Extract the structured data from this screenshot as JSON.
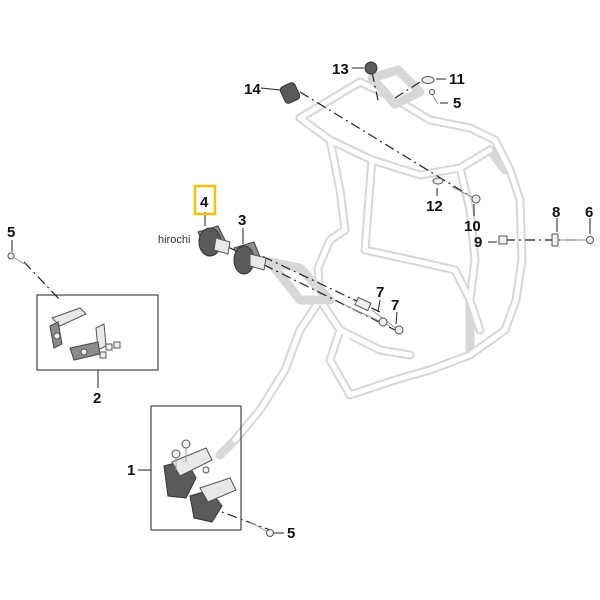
{
  "callouts": {
    "c1": "1",
    "c2": "2",
    "c3": "3",
    "c4": "4",
    "c5a": "5",
    "c5b": "5",
    "c5c": "5",
    "c6": "6",
    "c7a": "7",
    "c7b": "7",
    "c8": "8",
    "c9": "9",
    "c10": "10",
    "c11": "11",
    "c12": "12",
    "c13": "13",
    "c14": "14"
  },
  "watermark": "hirochi",
  "colors": {
    "highlight": "#f2c200",
    "frame": "#d7d7d7",
    "ink": "#111111"
  }
}
